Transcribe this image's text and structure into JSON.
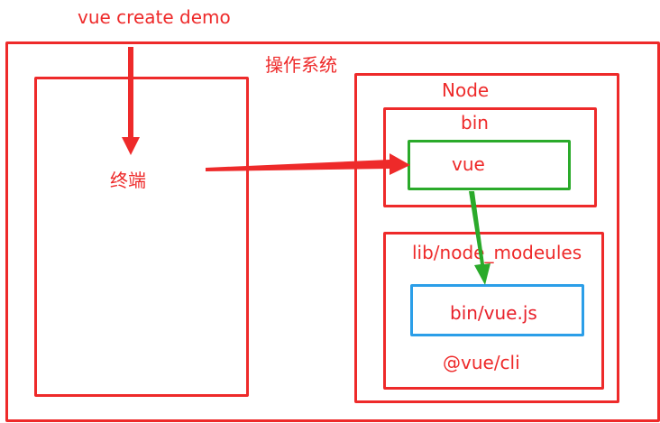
{
  "command": "vue create demo",
  "os": {
    "label": "操作系统"
  },
  "terminal": {
    "label": "终端"
  },
  "node": {
    "label": "Node",
    "bin": {
      "label": "bin",
      "vue": "vue"
    },
    "lib": {
      "label": "lib/node_modeules",
      "file": "bin/vue.js",
      "package": "@vue/cli"
    }
  },
  "colors": {
    "red": "#ee2a2a",
    "green": "#2aaa2a",
    "blue": "#2b9ee8"
  }
}
